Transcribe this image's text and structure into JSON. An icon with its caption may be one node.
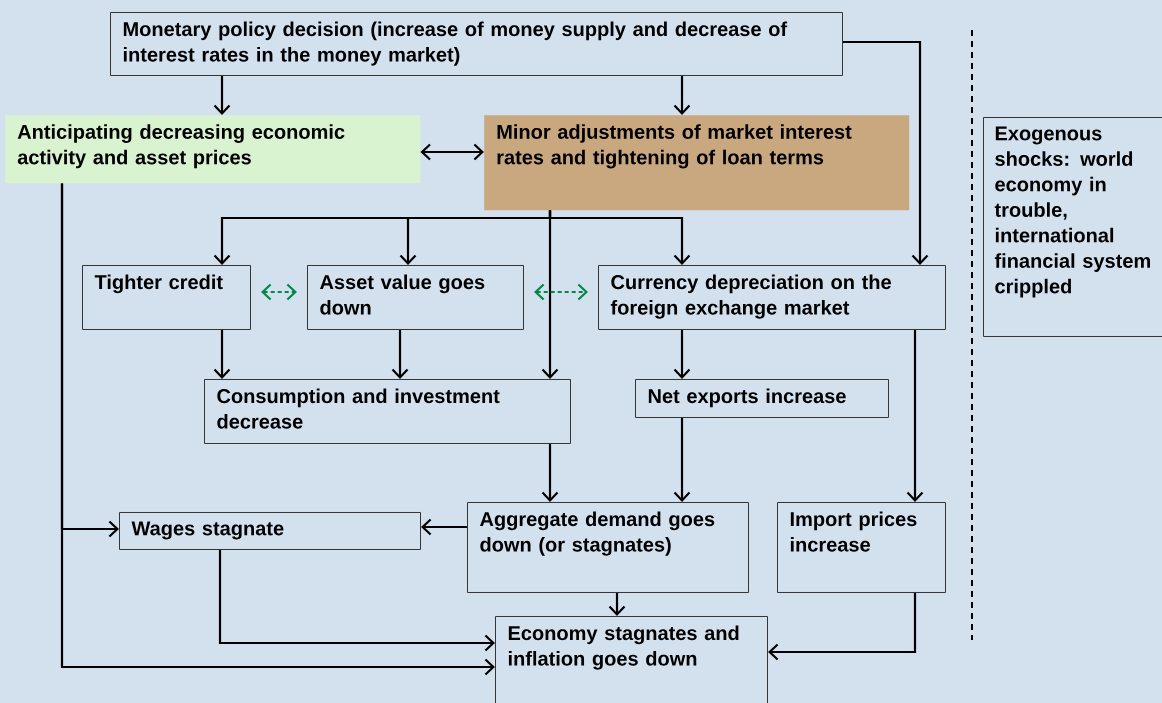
{
  "diagram": {
    "nodes": [
      {
        "text": [
          "Monetary policy decision (increase of money supply and decrease of interest rates in the money market)"
        ]
      },
      {
        "text": [
          "Anticipating decreasing economic activity and asset prices"
        ]
      },
      {
        "text": [
          "Minor adjustments of market interest rates and tightening of loan terms"
        ]
      },
      {
        "text": [
          "Exogenous shocks",
          ": world economy in trouble, international financial system crippled"
        ]
      },
      {
        "text": [
          "Tighter credit"
        ]
      },
      {
        "text": [
          "Asset value goes down"
        ]
      },
      {
        "text": [
          "Currency depreciation on the foreign exchange market"
        ]
      },
      {
        "text": [
          "Consumption and investment decrease"
        ]
      },
      {
        "text": [
          "Net exports increase"
        ]
      },
      {
        "text": [
          "Wages stagnate"
        ]
      },
      {
        "text": [
          "Aggregate demand goes down (or stagnates)"
        ]
      },
      {
        "text": [
          "Import prices increase"
        ]
      },
      {
        "text": [
          "Economy stagnates and inflation goes down"
        ]
      }
    ],
    "edges": [
      {
        "from": 0,
        "to": 1,
        "arrow": "to"
      },
      {
        "from": 0,
        "to": 2,
        "arrow": "to"
      },
      {
        "from": 0,
        "to": 6,
        "arrow": "to"
      },
      {
        "from": 1,
        "to": 2,
        "arrow": "both"
      },
      {
        "from": 2,
        "to": 4,
        "arrow": "to"
      },
      {
        "from": 2,
        "to": 5,
        "arrow": "to"
      },
      {
        "from": 2,
        "to": 6,
        "arrow": "to"
      },
      {
        "from": 2,
        "to": 7,
        "arrow": "to"
      },
      {
        "from": 4,
        "to": 5,
        "arrow": "both",
        "style": "dashed",
        "color": "#00884a"
      },
      {
        "from": 5,
        "to": 6,
        "arrow": "both",
        "style": "dashed",
        "color": "#00884a"
      },
      {
        "from": 4,
        "to": 7,
        "arrow": "to"
      },
      {
        "from": 5,
        "to": 7,
        "arrow": "to"
      },
      {
        "from": 6,
        "to": 8,
        "arrow": "to"
      },
      {
        "from": 6,
        "to": 11,
        "arrow": "to"
      },
      {
        "from": 7,
        "to": 10,
        "arrow": "to"
      },
      {
        "from": 8,
        "to": 10,
        "arrow": "to"
      },
      {
        "from": 10,
        "to": 9,
        "arrow": "to"
      },
      {
        "from": 10,
        "to": 12,
        "arrow": "to"
      },
      {
        "from": 1,
        "to": 9,
        "arrow": "to"
      },
      {
        "from": 1,
        "to": 12,
        "arrow": "to"
      },
      {
        "from": 9,
        "to": 12,
        "arrow": "to"
      },
      {
        "from": 11,
        "to": 12,
        "arrow": "to"
      }
    ]
  }
}
